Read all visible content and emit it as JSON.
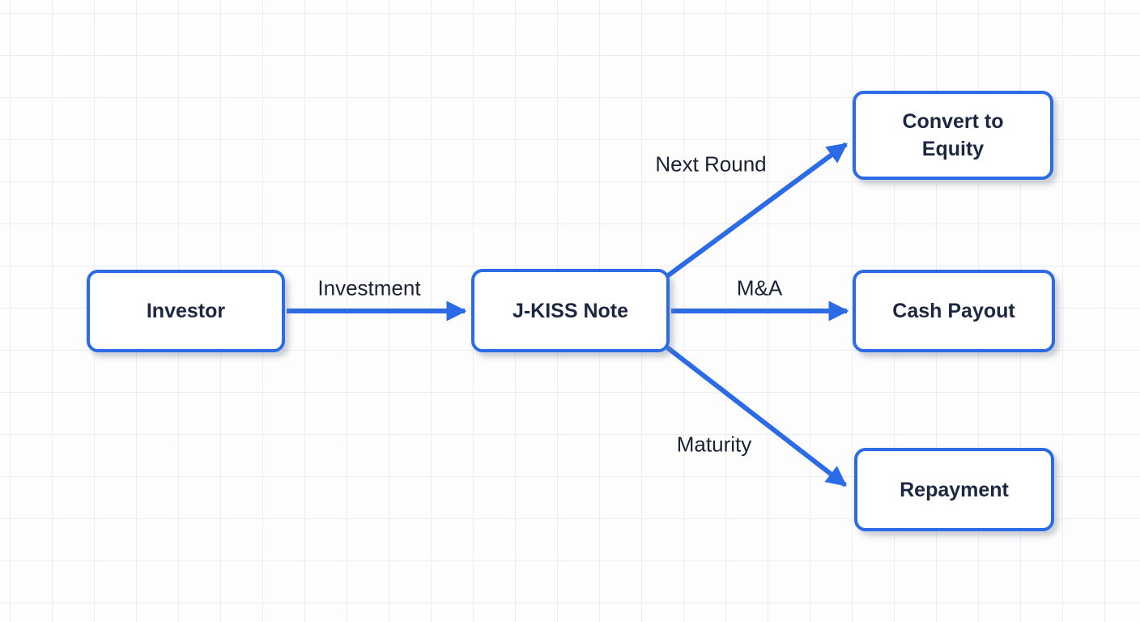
{
  "diagram": {
    "type": "flowchart",
    "background": "grid-paper",
    "colors": {
      "accent": "#2b6be6",
      "box_fill": "#ffffff",
      "text": "#1c2742",
      "label_text": "#1b2233",
      "grid_line": "#ebedf1",
      "background": "#fdfdfd"
    },
    "nodes": [
      {
        "id": "investor",
        "label": "Investor"
      },
      {
        "id": "jkiss-note",
        "label": "J-KISS Note"
      },
      {
        "id": "convert-to-equity",
        "label": "Convert to Equity"
      },
      {
        "id": "cash-payout",
        "label": "Cash Payout"
      },
      {
        "id": "repayment",
        "label": "Repayment"
      }
    ],
    "edges": [
      {
        "from": "investor",
        "to": "jkiss-note",
        "label": "Investment"
      },
      {
        "from": "jkiss-note",
        "to": "convert-to-equity",
        "label": "Next Round"
      },
      {
        "from": "jkiss-note",
        "to": "cash-payout",
        "label": "M&A"
      },
      {
        "from": "jkiss-note",
        "to": "repayment",
        "label": "Maturity"
      }
    ]
  }
}
